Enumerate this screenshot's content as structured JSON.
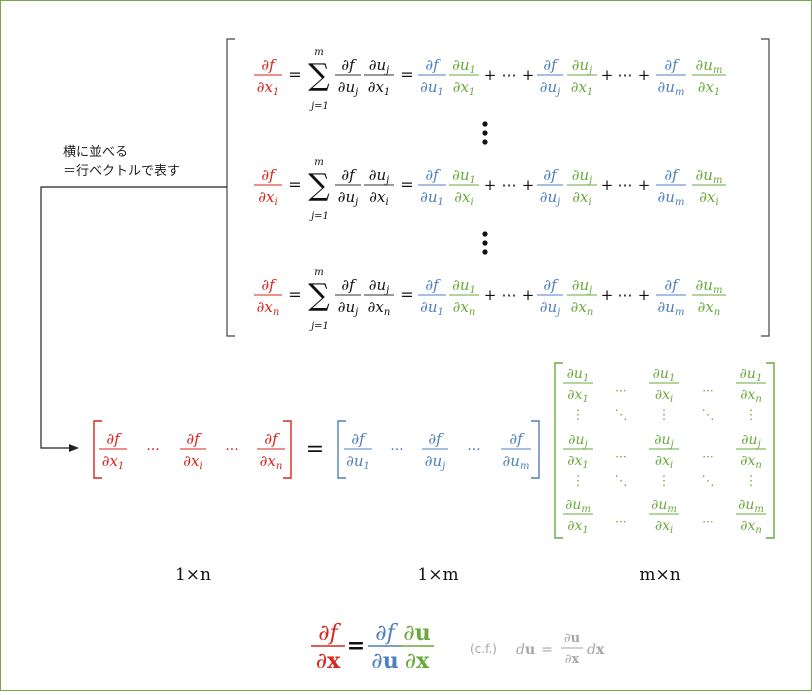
{
  "annotation": {
    "line1": "横に並べる",
    "line2": "＝行ベクトルで表す"
  },
  "symbols": {
    "partial": "∂",
    "f": "f",
    "x": "x",
    "u": "u",
    "j": "j",
    "i": "i",
    "n": "n",
    "m": "m",
    "one": "1",
    "eq": "=",
    "plus": "+",
    "cdots": "⋯",
    "vdots": "⋮",
    "ddots": "⋱",
    "sigma": "∑",
    "j_eq_1": "j=1",
    "dots_h": "···",
    "big_dots": "⋮"
  },
  "dimensions": {
    "row_f": "1×n",
    "row_u": "1×m",
    "jacobian": "m×n"
  },
  "chain_rule": {
    "lhs_num": "∂f",
    "lhs_den": "∂x",
    "rhs1_num": "∂f",
    "rhs1_den": "∂u",
    "rhs2_num": "∂u",
    "rhs2_den": "∂x"
  },
  "cf": {
    "label": "(c.f.)",
    "du": "du",
    "eq": "=",
    "num": "∂u",
    "den": "∂x",
    "dx": "dx"
  },
  "colors": {
    "f_red": "#d7261e",
    "u_blue": "#4f7fc0",
    "x_green": "#6aaa3c",
    "gray": "#a6a6a6",
    "frame": "#7aa34e"
  }
}
